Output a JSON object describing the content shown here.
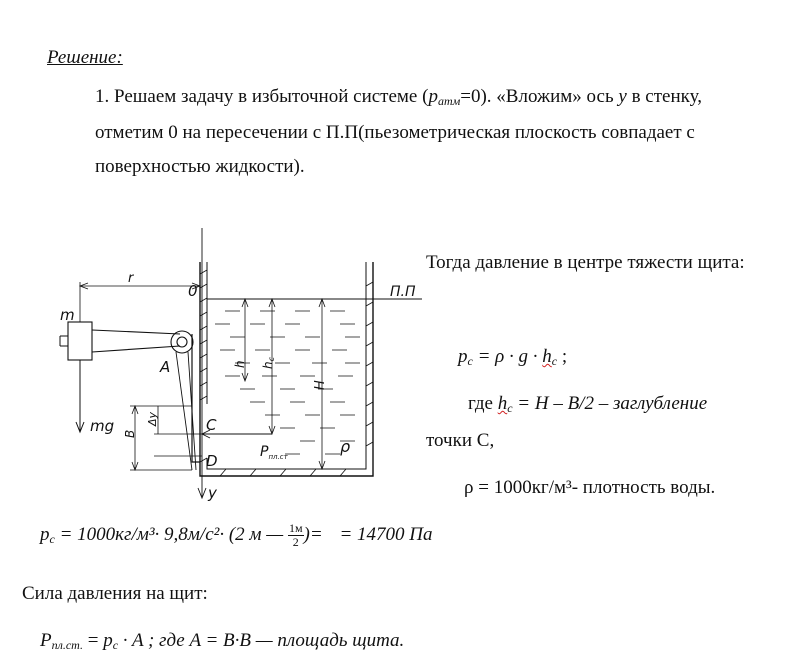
{
  "heading": "Решение:",
  "step1": {
    "num": "1.",
    "part_a": "Решаем задачу в избыточной системе (",
    "p_sym": "p",
    "p_sub": "атм",
    "p_eq": "=0). «Вложим» ось",
    "axis": "y",
    "part_b": "в стенку,",
    "line2": "отметим 0 на пересечении с П.П(пьезометрическая плоскость совпадает с",
    "line3": "поверхностью жидкости)."
  },
  "right": {
    "intro": "Тогда давление в центре тяжести щита:",
    "f_p": "p",
    "f_p_sub": "c",
    "f_eq": "= ρ · g ·",
    "f_h": "h",
    "f_h_sub": "c",
    "f_end": ";",
    "where_a": "где",
    "where_h": "h",
    "where_h_sub": "c",
    "where_b": "= H – B/2 – заглубление",
    "where_c": "точки C,",
    "rho": "ρ = 1000кг/м³- плотность воды."
  },
  "calc": {
    "p": "p",
    "p_sub": "c",
    "a": "= 1000кг/м³· 9,8м/с²· (2 м —",
    "frac_num": "1м",
    "frac_den": "2",
    "b": ")=",
    "result": "= 14700 Па"
  },
  "force": {
    "label": "Сила давления на щит:",
    "P": "P",
    "P_sub": "пл.ст.",
    "eq": "=",
    "pc": "p",
    "pc_sub": "c",
    "mid": "· A ; где A = B·B — площадь щита."
  },
  "diagram_labels": {
    "r": "r",
    "zero": "0",
    "pp": "П.П",
    "m": "m",
    "A": "A",
    "h": "h",
    "hc": "h",
    "hc_sub": "c",
    "H": "H",
    "mg": "mg",
    "dy": "Δy",
    "B": "B",
    "C": "C",
    "D": "D",
    "P": "P",
    "P_sub": "пл.ст",
    "rho": "ρ",
    "y": "y"
  }
}
